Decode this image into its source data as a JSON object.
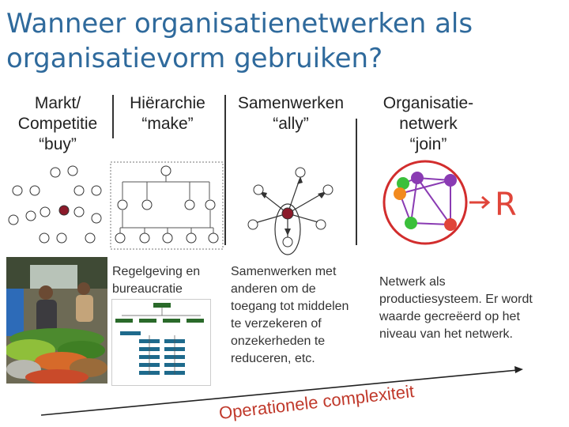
{
  "title": {
    "line1": "Wanneer organisatienetwerken als",
    "line2": "organisatievorm gebruiken?"
  },
  "columns": [
    {
      "lines": [
        "Markt/",
        "Competitie",
        "“buy”"
      ]
    },
    {
      "lines": [
        "Hiërarchie",
        "“make”"
      ]
    },
    {
      "lines": [
        "Samenwerken",
        "“ally”"
      ]
    },
    {
      "lines": [
        "Organisatie-",
        "netwerk",
        "“join”"
      ]
    }
  ],
  "descriptions": {
    "hierarchy": "Regelgeving en bureaucratie",
    "ally": "Samenwerken met anderen om de toegang tot middelen te verzekeren of onzekerheden te reduceren, etc.",
    "network": "Netwerk als productiesysteem. Er wordt waarde gecreëerd op het niveau van het netwerk."
  },
  "axis_label": "Operationele complexiteit",
  "network_letter": "R",
  "colors": {
    "title": "#2f6a9c",
    "center_node": "#8b1a2a",
    "axis_text": "#c0392b",
    "network_red": "#e0453a",
    "network_green": "#3bbf3b",
    "network_purple": "#8a3bb3",
    "network_orange": "#f28a1e",
    "network_ring": "#d22d2d"
  }
}
